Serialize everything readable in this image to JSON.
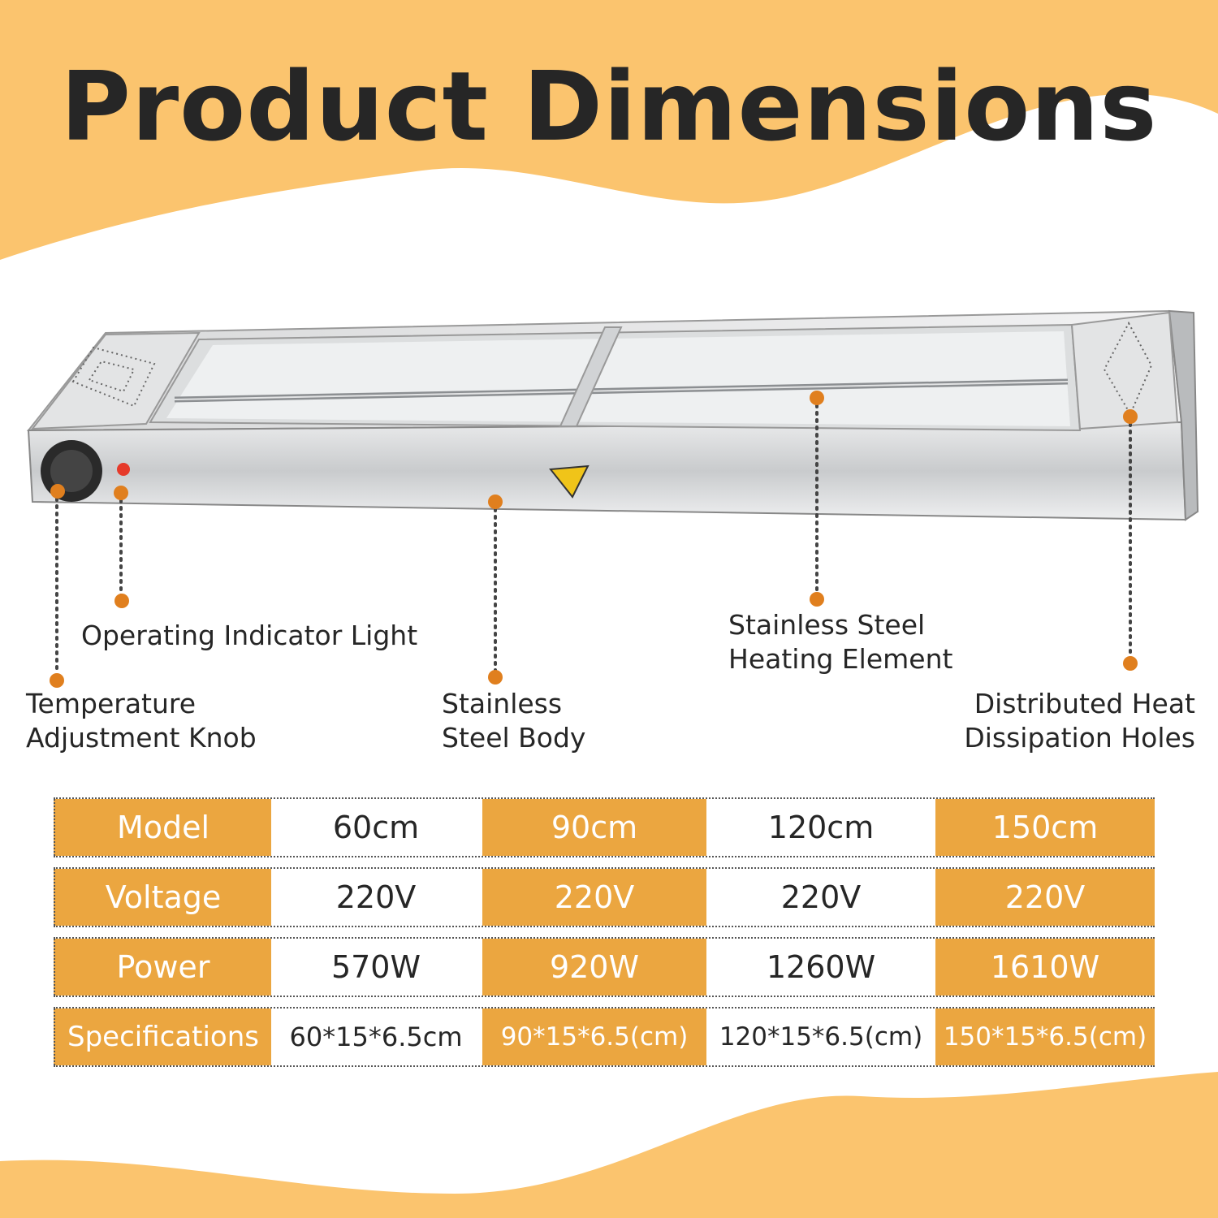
{
  "colors": {
    "accent": "#eba640",
    "wave": "#fbc46e",
    "text": "#262626"
  },
  "title": "Product Dimensions",
  "callouts": {
    "indicator_light": [
      "Operating Indicator Light"
    ],
    "knob": [
      "Temperature",
      "Adjustment Knob"
    ],
    "body": [
      "Stainless",
      "Steel Body"
    ],
    "heating_element": [
      "Stainless Steel",
      "Heating Element"
    ],
    "holes": [
      "Distributed Heat",
      "Dissipation Holes"
    ]
  },
  "table": {
    "rows": [
      {
        "header": "Model",
        "values": [
          "60cm",
          "90cm",
          "120cm",
          "150cm"
        ]
      },
      {
        "header": "Voltage",
        "values": [
          "220V",
          "220V",
          "220V",
          "220V"
        ]
      },
      {
        "header": "Power",
        "values": [
          "570W",
          "920W",
          "1260W",
          "1610W"
        ]
      },
      {
        "header": "Specifications",
        "values": [
          "60*15*6.5cm",
          "90*15*6.5(cm)",
          "120*15*6.5(cm)",
          "150*15*6.5(cm)"
        ]
      }
    ]
  }
}
